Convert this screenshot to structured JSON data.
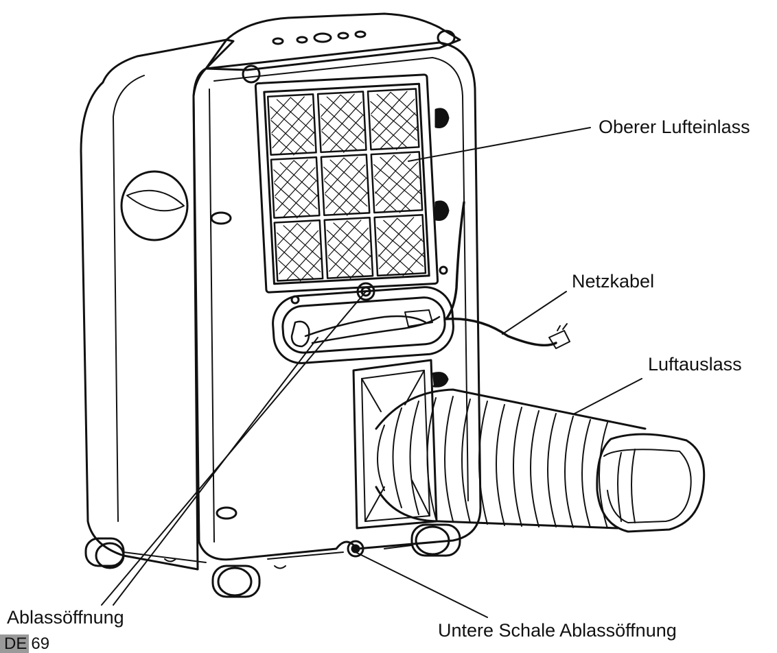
{
  "labels": {
    "upper_inlet": "Oberer Lufteinlass",
    "power_cord": "Netzkabel",
    "air_outlet": "Luftauslass",
    "drain": "Ablassöffnung",
    "lower_drain": "Untere Schale Ablassöffnung"
  },
  "page_marker": {
    "language": "DE",
    "number": "69"
  }
}
